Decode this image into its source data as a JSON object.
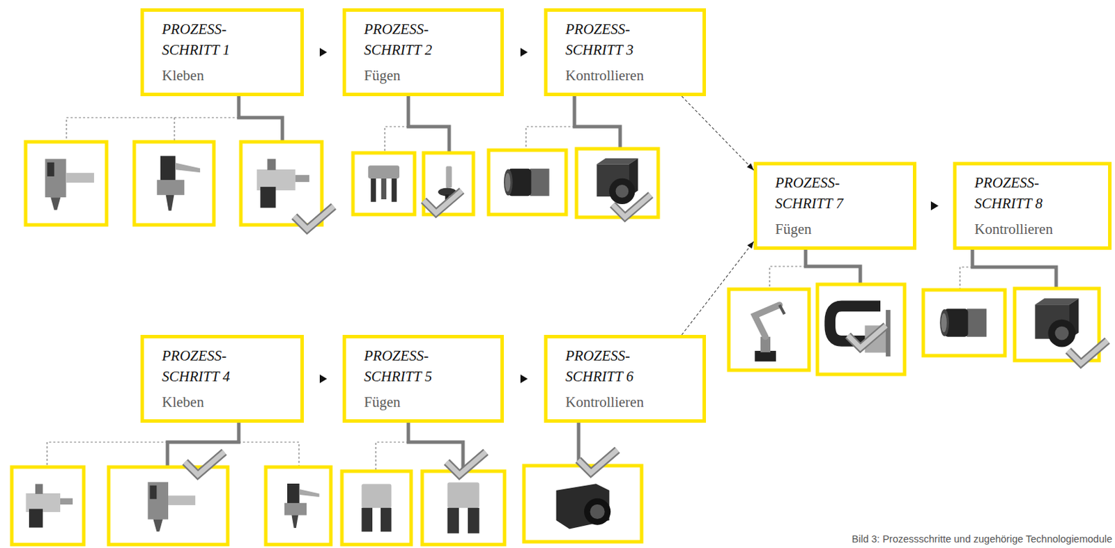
{
  "diagram": {
    "caption": "Bild 3: Prozessschritte und zugehörige Technologiemodule",
    "nodes": [
      {
        "text": [
          "PROZESS- SCHRITT 1",
          "Kleben"
        ]
      },
      {
        "text": [
          "PROZESS- SCHRITT 2",
          "Fügen"
        ]
      },
      {
        "text": [
          "PROZESS- SCHRITT 3",
          "Kontrollieren"
        ]
      },
      {
        "text": [
          "PROZESS- SCHRITT 4",
          "Kleben"
        ]
      },
      {
        "text": [
          "PROZESS- SCHRITT 5",
          "Fügen"
        ]
      },
      {
        "text": [
          "PROZESS- SCHRITT 6",
          "Kontrollieren"
        ]
      },
      {
        "text": [
          "PROZESS- SCHRITT 7",
          "Fügen"
        ]
      },
      {
        "text": [
          "PROZESS- SCHRITT 8",
          "Kontrollieren"
        ]
      }
    ],
    "edges": [
      {
        "from": 0,
        "to": 1,
        "arrow": "to"
      },
      {
        "from": 1,
        "to": 2,
        "arrow": "to"
      },
      {
        "from": 2,
        "to": 6,
        "arrow": "to"
      },
      {
        "from": 3,
        "to": 4,
        "arrow": "to"
      },
      {
        "from": 4,
        "to": 5,
        "arrow": "to"
      },
      {
        "from": 5,
        "to": 6,
        "arrow": "to"
      },
      {
        "from": 6,
        "to": 7,
        "arrow": "to"
      }
    ]
  }
}
